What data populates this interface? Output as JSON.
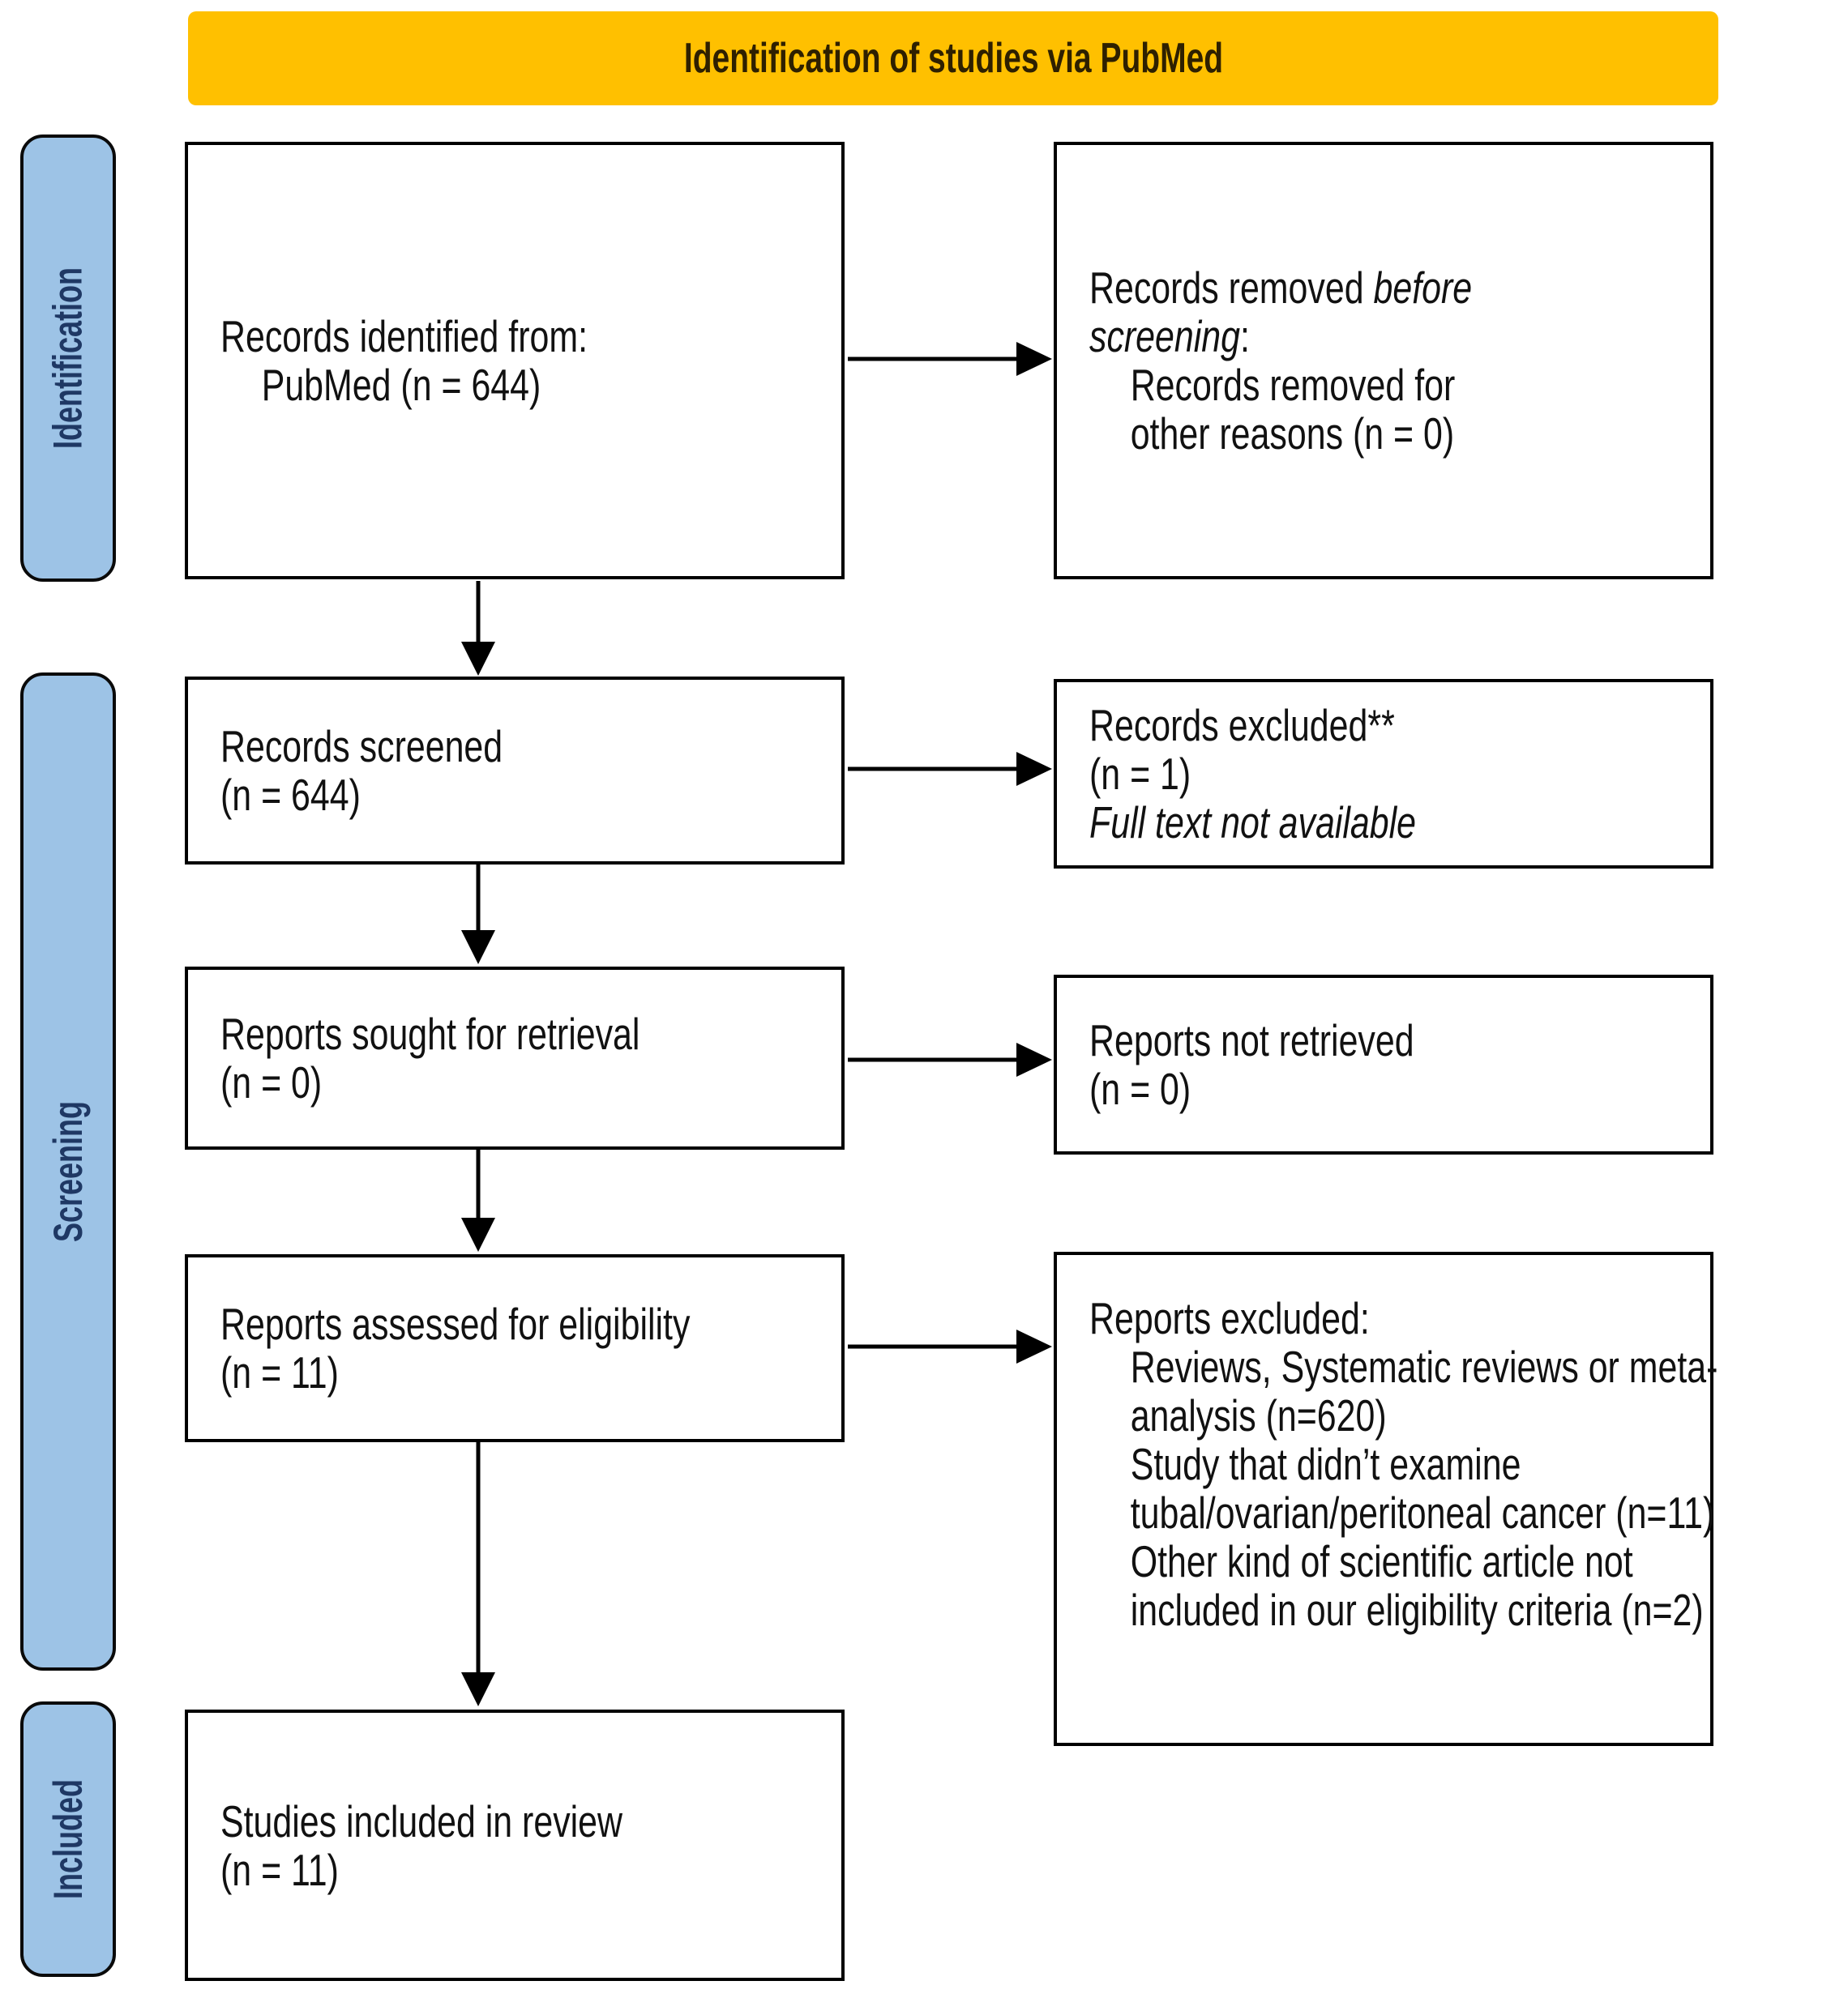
{
  "header": {
    "title": "Identification of studies via PubMed"
  },
  "sidebar": {
    "identification": "Identification",
    "screening": "Screening",
    "included": "Included"
  },
  "boxes": {
    "records_identified": {
      "line1": "Records identified from:",
      "line2": "PubMed (n = 644)"
    },
    "records_removed": {
      "lead": "Records removed ",
      "italic": "before screening",
      "tail": ":",
      "sub": "Records removed for other reasons (n = 0)"
    },
    "records_screened": {
      "line1": "Records screened",
      "line2": "(n = 644)"
    },
    "records_excluded": {
      "line1": "Records excluded**",
      "line2": "(n = 1)",
      "line3_italic": "Full text not available"
    },
    "reports_sought": {
      "line1": "Reports sought for retrieval",
      "line2": "(n = 0)"
    },
    "reports_not_retrieved": {
      "line1": "Reports not retrieved",
      "line2": "(n = 0)"
    },
    "reports_assessed": {
      "line1": "Reports assessed for eligibility",
      "line2": "(n = 11)"
    },
    "reports_excluded": {
      "title": "Reports excluded:",
      "items": [
        "Reviews, Systematic reviews or meta-analysis (n=620)",
        "Study that didn’t examine tubal/ovarian/peritoneal cancer (n=11)",
        "Other kind of scientific article not included in our eligibility criteria (n=2)"
      ]
    },
    "studies_included": {
      "line1": "Studies included in review",
      "line2": "(n = 11)"
    }
  },
  "colors": {
    "header_bg": "#FFC000",
    "stage_bg": "#9DC3E6",
    "box_border": "#000000",
    "arrow": "#000000"
  }
}
